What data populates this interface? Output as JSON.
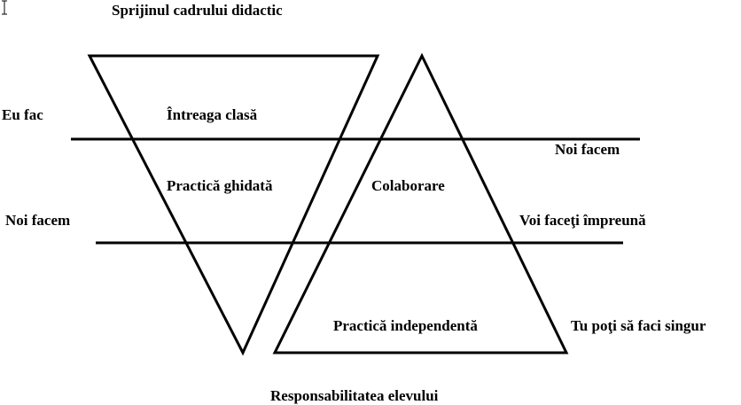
{
  "title_top": "Sprijinul cadrului didactic",
  "title_bottom": "Responsabilitatea elevului",
  "left_labels": {
    "row1": "Eu fac",
    "row2": "Noi facem"
  },
  "right_labels": {
    "row1": "Noi facem",
    "row2": "Voi faceţi împreună",
    "row3": "Tu poţi să faci singur"
  },
  "inverted_triangle_labels": {
    "top": "Întreaga clasă",
    "middle": "Practică ghidată"
  },
  "upright_triangle_labels": {
    "middle": "Colaborare",
    "bottom": "Practică independentă"
  },
  "colors": {
    "stroke": "#000000",
    "background": "#ffffff"
  }
}
